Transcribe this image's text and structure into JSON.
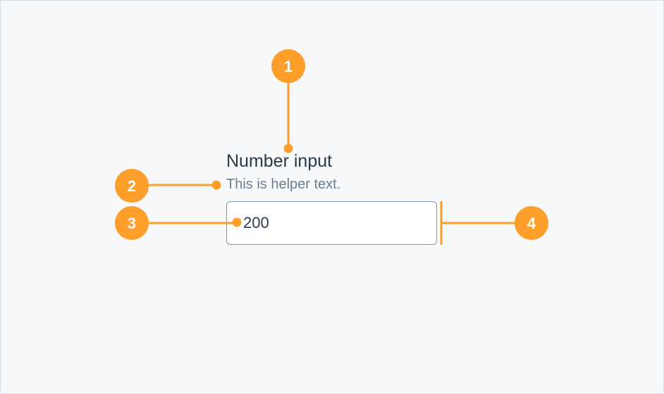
{
  "field": {
    "label": "Number input",
    "helper_text": "This is helper text.",
    "value": "200"
  },
  "annotations": {
    "markers": [
      "1",
      "2",
      "3",
      "4"
    ]
  },
  "colors": {
    "accent": "#FF9F2B",
    "label": "#2B3A4B",
    "helper": "#6B7F93",
    "input_border": "#7F93A7",
    "background": "#F7F8FA"
  }
}
